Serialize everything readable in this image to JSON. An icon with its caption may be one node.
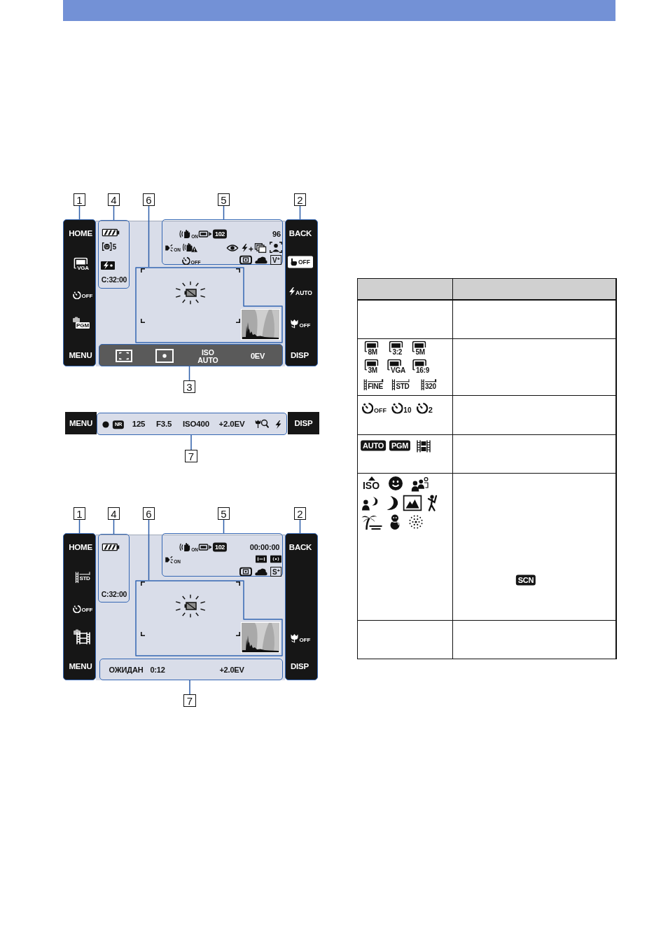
{
  "diagram": {
    "nodes": [
      {
        "text": [
          "1"
        ]
      },
      {
        "text": [
          "4"
        ]
      },
      {
        "text": [
          "6"
        ]
      },
      {
        "text": [
          "5"
        ]
      },
      {
        "text": [
          "2"
        ]
      },
      {
        "text": [
          "HOME",
          "VGA",
          "OFF",
          "PGM",
          "MENU"
        ]
      },
      {
        "text": [
          "5",
          "C:32:00"
        ]
      },
      {
        "text": [
          "ON",
          "102",
          "96",
          "ON",
          "OFF",
          "V$^{+}$"
        ]
      },
      {
        "text": [],
        "shape": "box"
      },
      {
        "text": [
          "BACK",
          "OFF",
          "AUTO",
          "OFF",
          "DISP"
        ]
      },
      {
        "text": [
          "ISO AUTO",
          "0EV"
        ]
      },
      {
        "text": [
          "3"
        ]
      },
      {
        "text": [
          "MENU"
        ]
      },
      {
        "text": [
          "NR",
          "125",
          "F3.5",
          "ISO400",
          "+2.0EV"
        ]
      },
      {
        "text": [
          "DISP"
        ]
      },
      {
        "text": [
          "7"
        ]
      },
      {
        "text": [
          "1"
        ]
      },
      {
        "text": [
          "4"
        ]
      },
      {
        "text": [
          "6"
        ]
      },
      {
        "text": [
          "5"
        ]
      },
      {
        "text": [
          "2"
        ]
      },
      {
        "text": [
          "HOME",
          "STD",
          "OFF",
          "MENU"
        ]
      },
      {
        "text": [
          "C:32:00"
        ]
      },
      {
        "text": [
          "ON",
          "102",
          "00:00:00",
          "ON",
          "S$^{+}$"
        ]
      },
      {
        "text": [],
        "shape": "box"
      },
      {
        "text": [
          "BACK",
          "OFF",
          "DISP"
        ]
      },
      {
        "text": [
          "ОЖИДАН",
          "0:12",
          "+2.0EV"
        ]
      },
      {
        "text": [
          "7"
        ]
      }
    ],
    "edges": [
      {
        "from": 0,
        "to": 5,
        "arrow": "none"
      },
      {
        "from": 1,
        "to": 6,
        "arrow": "none"
      },
      {
        "from": 2,
        "to": 8,
        "arrow": "none"
      },
      {
        "from": 3,
        "to": 7,
        "arrow": "none"
      },
      {
        "from": 4,
        "to": 9,
        "arrow": "none"
      },
      {
        "from": 11,
        "to": 10,
        "arrow": "none"
      },
      {
        "from": 15,
        "to": 13,
        "arrow": "none"
      },
      {
        "from": 16,
        "to": 21,
        "arrow": "none"
      },
      {
        "from": 17,
        "to": 22,
        "arrow": "none"
      },
      {
        "from": 18,
        "to": 24,
        "arrow": "none"
      },
      {
        "from": 19,
        "to": 23,
        "arrow": "none"
      },
      {
        "from": 20,
        "to": 25,
        "arrow": "none"
      },
      {
        "from": 27,
        "to": 26,
        "arrow": "none"
      }
    ],
    "labels": [
      "8M",
      "3:2",
      "5M",
      "3M",
      "VGA",
      "16:9",
      "FINE",
      "STD",
      "320",
      "OFF",
      "10",
      "2",
      "AUTO",
      "PGM",
      "ISO",
      "SCN"
    ]
  }
}
